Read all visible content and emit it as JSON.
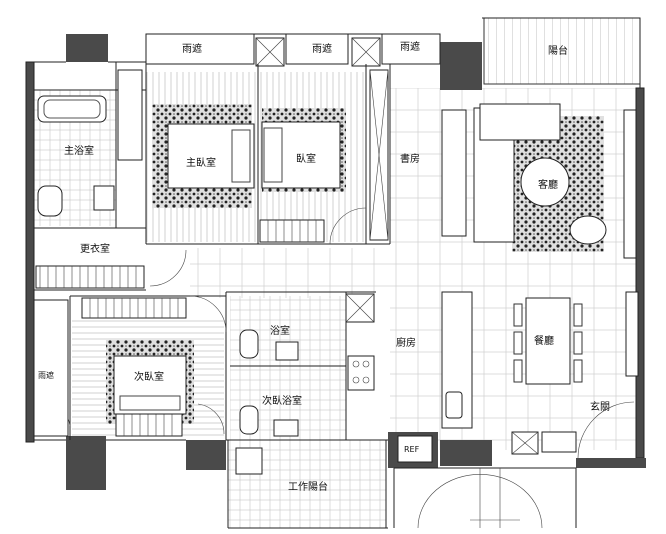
{
  "rooms": {
    "canopy_top_1": "雨遮",
    "canopy_top_2": "雨遮",
    "canopy_top_3": "雨遮",
    "balcony": "陽台",
    "master_bath": "主浴室",
    "master_bedroom": "主臥室",
    "bedroom": "臥室",
    "study": "書房",
    "living_room": "客廳",
    "dressing_room": "更衣室",
    "bathroom": "浴室",
    "kitchen": "廚房",
    "dining_room": "餐廳",
    "canopy_left": "雨遮",
    "second_bedroom": "次臥室",
    "second_bath": "次臥浴室",
    "entrance": "玄關",
    "fridge": "REF",
    "service_balcony": "工作陽台"
  }
}
